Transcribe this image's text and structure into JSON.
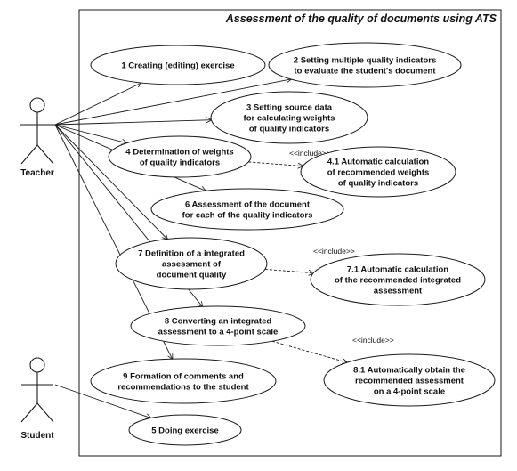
{
  "system": {
    "title": "Assessment of the quality of documents using ATS"
  },
  "actors": [
    {
      "id": "teacher",
      "label": "Teacher"
    },
    {
      "id": "student",
      "label": "Student"
    }
  ],
  "use_cases": [
    {
      "id": "uc1",
      "lines": [
        "1 Creating (editing) exercise"
      ]
    },
    {
      "id": "uc2",
      "lines": [
        "2 Setting multiple quality indicators",
        "to evaluate the student's document"
      ]
    },
    {
      "id": "uc3",
      "lines": [
        "3 Setting source data",
        "for calculating weights",
        "of quality indicators"
      ]
    },
    {
      "id": "uc4",
      "lines": [
        "4 Determination of weights",
        "of quality indicators"
      ]
    },
    {
      "id": "uc41",
      "lines": [
        "4.1 Automatic calculation",
        "of recommended weights",
        "of quality indicators"
      ]
    },
    {
      "id": "uc6",
      "lines": [
        "6 Assessment of the document",
        "for each of the quality indicators"
      ]
    },
    {
      "id": "uc7",
      "lines": [
        "7 Definition of a integrated",
        "assessment of",
        "document quality"
      ]
    },
    {
      "id": "uc71",
      "lines": [
        "7.1 Automatic calculation",
        "of the recommended integrated",
        "assessment"
      ]
    },
    {
      "id": "uc8",
      "lines": [
        "8 Converting an integrated",
        "assessment to a 4-point scale"
      ]
    },
    {
      "id": "uc81",
      "lines": [
        "8.1 Automatically obtain the",
        "recommended assessment",
        "on a 4-point scale"
      ]
    },
    {
      "id": "uc9",
      "lines": [
        "9 Formation of comments and",
        "recommendations to the student"
      ]
    },
    {
      "id": "uc5",
      "lines": [
        "5 Doing exercise"
      ]
    }
  ],
  "associations": [
    {
      "from": "teacher",
      "to": "uc1"
    },
    {
      "from": "teacher",
      "to": "uc2"
    },
    {
      "from": "teacher",
      "to": "uc3"
    },
    {
      "from": "teacher",
      "to": "uc4"
    },
    {
      "from": "teacher",
      "to": "uc6"
    },
    {
      "from": "teacher",
      "to": "uc7"
    },
    {
      "from": "teacher",
      "to": "uc8"
    },
    {
      "from": "teacher",
      "to": "uc9"
    },
    {
      "from": "student",
      "to": "uc5"
    }
  ],
  "includes": [
    {
      "from": "uc4",
      "to": "uc41",
      "label": "<<include>>"
    },
    {
      "from": "uc7",
      "to": "uc71",
      "label": "<<include>>"
    },
    {
      "from": "uc8",
      "to": "uc81",
      "label": "<<include>>"
    }
  ]
}
